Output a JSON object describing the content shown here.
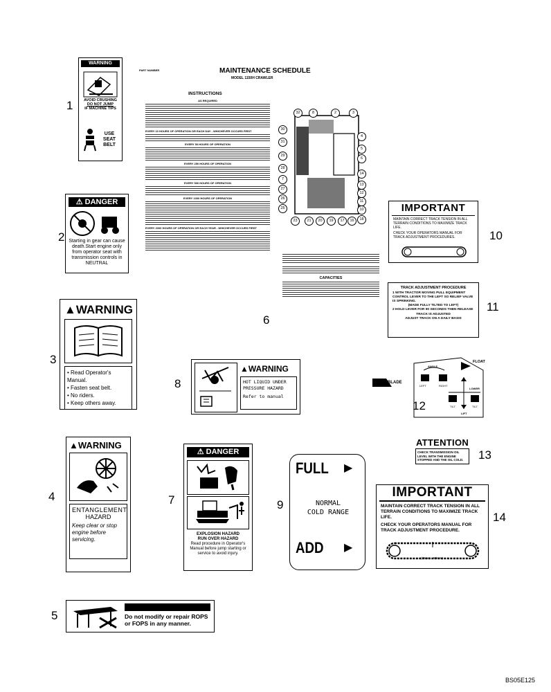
{
  "callouts": [
    "1",
    "2",
    "3",
    "4",
    "5",
    "6",
    "7",
    "8",
    "9",
    "10",
    "11",
    "12",
    "13",
    "14"
  ],
  "decal1": {
    "header": "WARNING",
    "line1": "AVOID CRUSHING",
    "line2": "DO NOT JUMP",
    "line3": "IF MACHINE TIPS",
    "use": "USE",
    "seat": "SEAT",
    "belt": "BELT"
  },
  "decal2": {
    "header": "DANGER",
    "text": "Starting in gear can cause death.Start engine only from operator seat with transmission controls in NEUTRAL"
  },
  "decal3": {
    "header": "WARNING",
    "bullets": [
      "Read Operator's Manual.",
      "Fasten seat belt.",
      "No riders.",
      "Keep others away."
    ]
  },
  "decal4": {
    "header": "WARNING",
    "hazard1": "ENTANGLEMENT",
    "hazard2": "HAZARD",
    "body": "Keep clear or stop engine before servicing."
  },
  "decal5": {
    "text1": "Do not modify or repair ROPS",
    "text2": "or FOPS in any manner."
  },
  "decal6": {
    "part_number": "PART NUMBER",
    "title": "MAINTENANCE SCHEDULE",
    "subtitle": "MODEL 1150H CRAWLER",
    "instructions": "INSTRUCTIONS",
    "as_required": "AS REQUIRED",
    "every10": "EVERY 10 HOURS OF OPERATION OR EACH DAY - WHICHEVER OCCURS FIRST",
    "every50": "EVERY 50 HOURS OF OPERATION",
    "every250": "EVERY 250 HOURS OF OPERATION",
    "every500": "EVERY 500 HOURS OF OPERATION",
    "every1000": "EVERY 1000 HOURS OF OPERATION",
    "every2000": "EVERY 2000 HOURS OF OPERATION OR EACH YEAR - WHICHEVER OCCURS FIRST",
    "capacities": "CAPACITIES",
    "diagram_numbers": [
      "32",
      "8",
      "2",
      "3",
      "30",
      "4",
      "31",
      "5",
      "6",
      "29",
      "28",
      "7",
      "27",
      "26",
      "25",
      "14",
      "13",
      "12",
      "11",
      "10",
      "23",
      "21",
      "20",
      "19",
      "17",
      "16",
      "18"
    ]
  },
  "decal7": {
    "header": "DANGER",
    "line1": "EXPLOSION HAZARD",
    "line2": "RUN OVER HAZARD",
    "line3": "Read procedure in Operator's Manual before jump starting or service to avoid injury."
  },
  "decal8": {
    "header": "WARNING",
    "line1": "HOT LIQUID UNDER",
    "line2": "PRESSURE HAZARD",
    "line3": "Refer to manual"
  },
  "decal9": {
    "full": "FULL",
    "normal": "NORMAL",
    "cold_range": "COLD RANGE",
    "add": "ADD"
  },
  "decal10": {
    "header": "IMPORTANT",
    "line1": "MAINTAIN CORRECT TRACK TENSION IN ALL TERRAIN CONDITIONS TO MAXIMIZE TRACK LIFE.",
    "line2": "CHECK YOUR OPERATORS MANUAL FOR TRACK ADJUSTMENT PROCEDURES."
  },
  "decal11": {
    "title": "TRACK ADJUSTMENT PROCEDURE",
    "step1": "1  WITH TRACTOR MOVING PULL EQUIPMENT CONTROL LEVER TO THE LEFT SO RELIEF VALVE IS SPRINKING.",
    "note": "(MADE FULLY TILTED TO LEFT)",
    "step2": "2  HOLD LEVER FOR 90 SECONDS THEN RELEASE",
    "footer1": "TRACK IS ADJUSTED",
    "footer2": "ADJUST TRACK ON A DAILY BASIS"
  },
  "decal12": {
    "blade": "BLADE",
    "float": "FLOAT",
    "angle": "ANGLE",
    "left": "LEFT",
    "right": "RIGHT",
    "lower": "LOWER",
    "tilt": "TILT",
    "lift": "LIFT"
  },
  "decal13": {
    "header": "ATTENTION",
    "text": "CHECK TRANSMISSION OIL LEVEL WITH THE ENGINE STOPPED AND THE OIL COLD."
  },
  "decal14": {
    "header": "IMPORTANT",
    "line1": "MAINTAIN CORRECT TRACK TENSION IN ALL TERRAIN CONDITIONS TO MAXIMIZE TRACK LIFE.",
    "line2": "CHECK YOUR OPERATORS MANUAL FOR TRACK ADJUSTMENT PROCEDURE.",
    "dim": "(25mm - 50mm)"
  },
  "figure_code": "BS05E125"
}
